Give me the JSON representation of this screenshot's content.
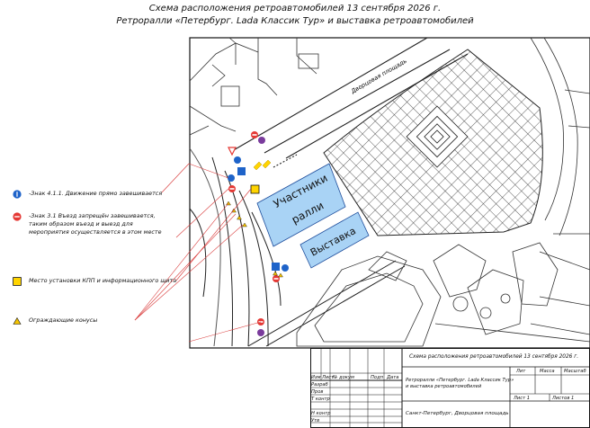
{
  "header": {
    "title": "Схема расположения ретроавтомобилей 13 сентября 2026 г.",
    "subtitle": "Ретроралли «Петербург. Lada Классик Тур» и выставка ретроавтомобилей"
  },
  "map": {
    "street_label": "Дворцовая площадь",
    "participants_label_1": "Участники",
    "participants_label_2": "ралли",
    "exhibition_label": "Выставка",
    "colors": {
      "zone_fill": "#a9d3f5",
      "zone_stroke": "#1f4e9c",
      "road_sign_red": "#e53935",
      "road_sign_blue": "#1e63c9",
      "checkpoint_yellow": "#ffd400",
      "cone_yellow": "#f5c400",
      "annotation_line": "#d93a3a"
    }
  },
  "legend": {
    "items": [
      {
        "icon": "straight-prohibited-sign-icon",
        "text_1": "-Знак 4.1.1. Движение прямо завешивается",
        "text_2": "",
        "text_3": ""
      },
      {
        "icon": "no-entry-sign-icon",
        "text_1": "-Знак 3.1 Въезд запрещён завешивается,",
        "text_2": "таким образом въезд и выезд для",
        "text_3": "мероприятия осуществляется в этом месте"
      },
      {
        "icon": "checkpoint-square-icon",
        "text_1": "Место установки КПП и информационного щита",
        "text_2": "",
        "text_3": ""
      },
      {
        "icon": "traffic-cone-icon",
        "text_1": "Ограждающие конусы",
        "text_2": "",
        "text_3": ""
      }
    ]
  },
  "stamp": {
    "title": "Схема расположения ретроавтомобилей 13 сентября 2026 г.",
    "description_1": "Ретроралли «Петербург. Lada Классик Тур»",
    "description_2": "и выставка ретроавтомобилей",
    "location": "Санкт-Петербург, Дворцовая площадь",
    "col_izm": "Изм",
    "col_list": "Лист",
    "col_doc": "№ докум",
    "col_sign": "Подп",
    "col_date": "Дата",
    "row_razrab": "Разраб",
    "row_prov": "Пров",
    "row_tkontr": "Т контр",
    "row_nkontr": "Н контр",
    "row_utv": "Утв",
    "lit": "Лит",
    "mass": "Масса",
    "scale": "Масштаб",
    "sheet": "Лист  1",
    "sheets": "Листов  1"
  }
}
